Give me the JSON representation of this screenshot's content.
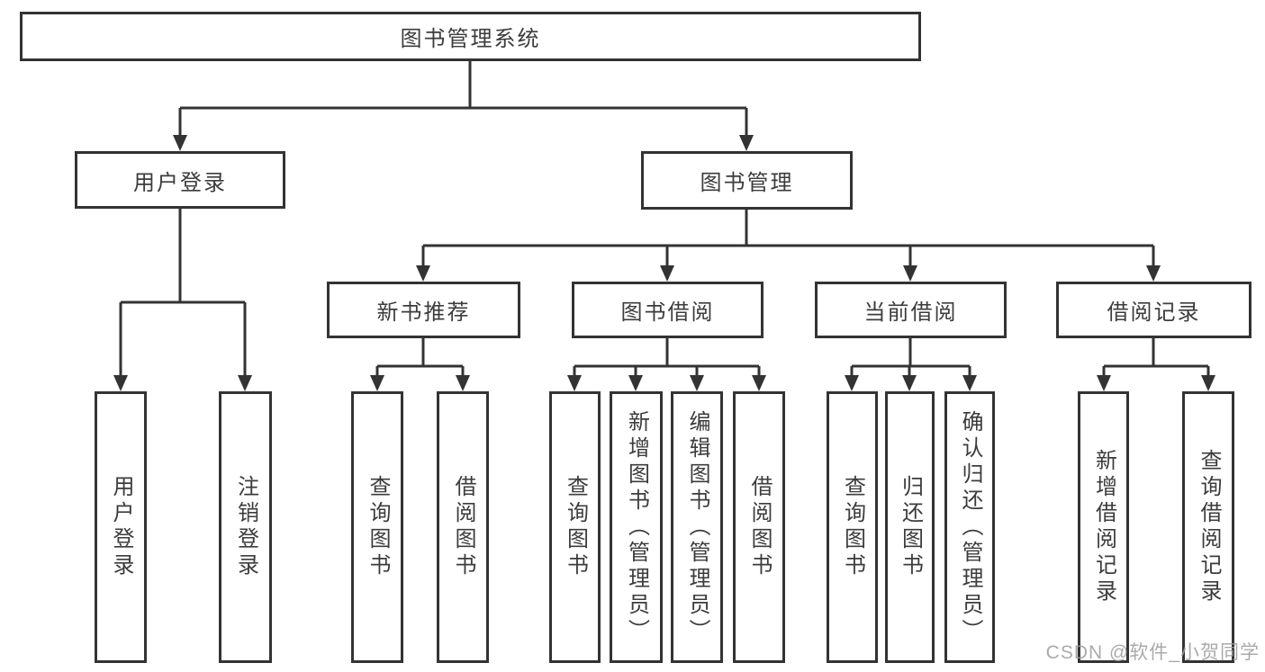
{
  "colors": {
    "line": "#333333",
    "box_border": "#333333",
    "box_background": "#ffffff",
    "watermark": "#9c9c9c",
    "page_background": "#ffffff"
  },
  "watermark": {
    "text": "CSDN @软件_小贺同学"
  },
  "tree": {
    "root": "图书管理系统",
    "children": [
      {
        "label": "用户登录",
        "children": [
          "用户登录",
          "注销登录"
        ]
      },
      {
        "label": "图书管理",
        "children": [
          {
            "label": "新书推荐",
            "children": [
              "查询图书",
              "借阅图书"
            ]
          },
          {
            "label": "图书借阅",
            "children": [
              "查询图书",
              "新增图书（管理员）",
              "编辑图书（管理员）",
              "借阅图书"
            ]
          },
          {
            "label": "当前借阅",
            "children": [
              "查询图书",
              "归还图书",
              "确认归还（管理员）"
            ]
          },
          {
            "label": "借阅记录",
            "children": [
              "新增借阅记录",
              "查询借阅记录"
            ]
          }
        ]
      }
    ]
  }
}
